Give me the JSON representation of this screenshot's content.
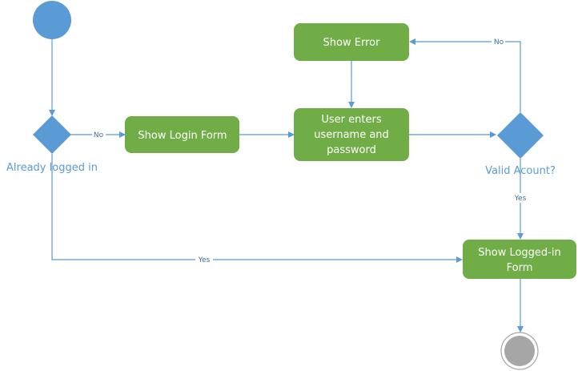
{
  "colors": {
    "action_fill": "#70ad47",
    "decision_fill": "#5b9bd5",
    "start_fill": "#5b9bd5",
    "end_fill": "#a6a6a6",
    "edge": "#5b9bd5",
    "label_text": "#5b9bd5"
  },
  "nodes": {
    "start": {
      "shape": "circle"
    },
    "already_logged_in": {
      "shape": "diamond",
      "label": "Already logged in"
    },
    "show_login_form": {
      "shape": "rounded-rect",
      "label": "Show Login Form"
    },
    "user_enters": {
      "shape": "rounded-rect",
      "label_lines": [
        "User enters",
        "username and",
        "password"
      ]
    },
    "show_error": {
      "shape": "rounded-rect",
      "label": "Show Error"
    },
    "valid_account": {
      "shape": "diamond",
      "label": "Valid Acount?"
    },
    "show_logged_in_form": {
      "shape": "rounded-rect",
      "label_lines": [
        "Show Logged-in",
        "Form"
      ]
    },
    "end": {
      "shape": "bullseye"
    }
  },
  "edges": {
    "start_to_decision": {
      "from": "start",
      "to": "already_logged_in",
      "label": ""
    },
    "decision_no": {
      "from": "already_logged_in",
      "to": "show_login_form",
      "label": "No"
    },
    "login_to_enter": {
      "from": "show_login_form",
      "to": "user_enters",
      "label": ""
    },
    "error_to_enter": {
      "from": "show_error",
      "to": "user_enters",
      "label": ""
    },
    "enter_to_valid": {
      "from": "user_enters",
      "to": "valid_account",
      "label": ""
    },
    "valid_no": {
      "from": "valid_account",
      "to": "show_error",
      "label": "No"
    },
    "valid_yes": {
      "from": "valid_account",
      "to": "show_logged_in_form",
      "label": "Yes"
    },
    "decision_yes": {
      "from": "already_logged_in",
      "to": "show_logged_in_form",
      "label": "Yes"
    },
    "loggedin_to_end": {
      "from": "show_logged_in_form",
      "to": "end",
      "label": ""
    }
  }
}
